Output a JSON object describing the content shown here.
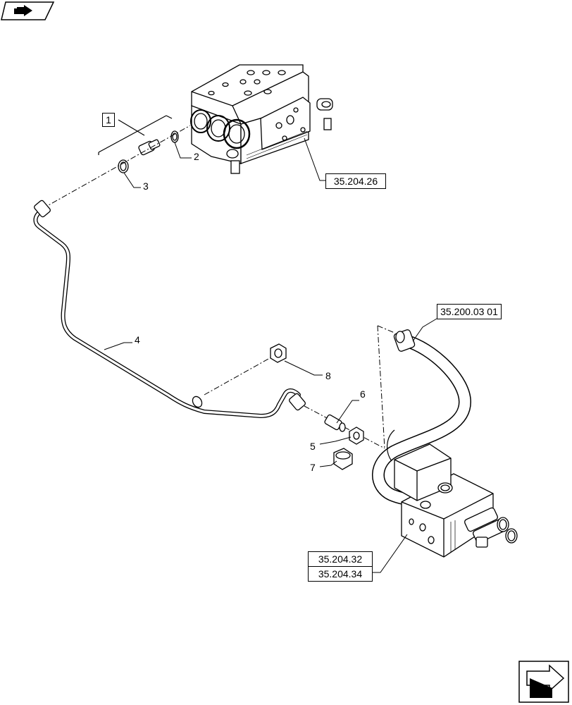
{
  "references": {
    "valve_block_top": "35.204.26",
    "hose": "35.200.03 01",
    "valve_bottom_a": "35.204.32",
    "valve_bottom_b": "35.204.34"
  },
  "callouts": {
    "c1": "1",
    "c2": "2",
    "c3": "3",
    "c4": "4",
    "c5": "5",
    "c6": "6",
    "c7": "7",
    "c8": "8"
  },
  "icons": {
    "top_left": "book-arrow-icon",
    "bottom_right": "next-page-arrow-icon"
  }
}
